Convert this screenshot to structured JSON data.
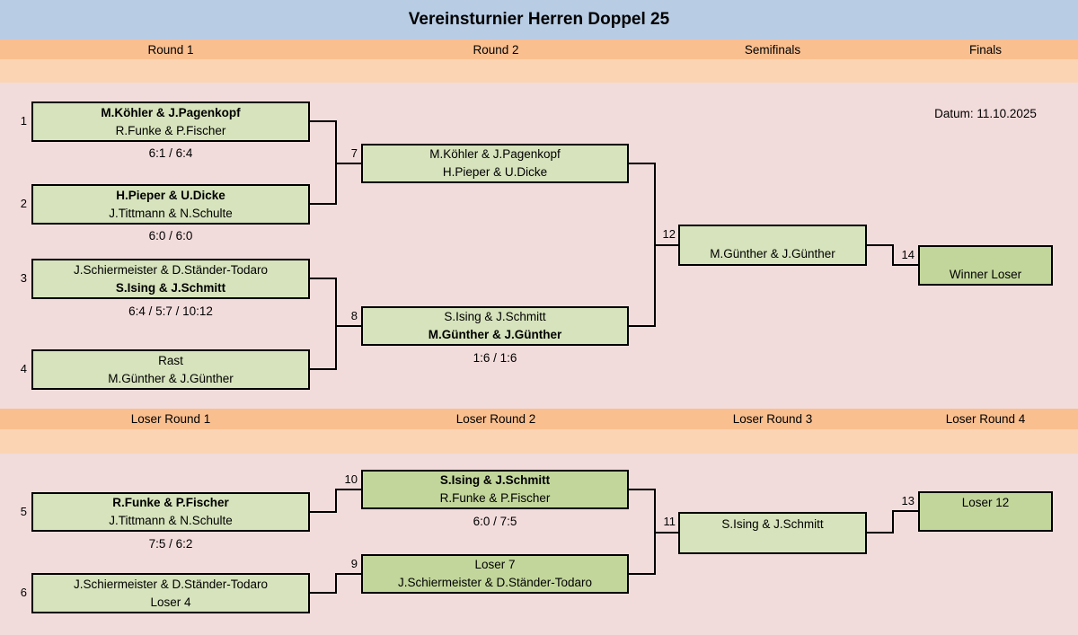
{
  "title": "Vereinsturnier Herren Doppel 25",
  "date_label": "Datum: 11.10.2025",
  "headers": {
    "top": [
      "Round 1",
      "Round 2",
      "Semifinals",
      "Finals"
    ],
    "loser": [
      "Loser Round 1",
      "Loser Round 2",
      "Loser Round 3",
      "Loser Round 4"
    ]
  },
  "colors": {
    "title_bg": "#b8cce4",
    "header_bg": "#fabf8f",
    "subheader_bg": "#fbd4b4",
    "page_bg": "#f2dcdb",
    "box_bg": "#d6e3bc",
    "box_bg_dark": "#c2d69b",
    "line": "#000000"
  },
  "matches": {
    "m1": {
      "no": "1",
      "team1": "M.Köhler & J.Pagenkopf",
      "team2": "R.Funke & P.Fischer",
      "team1_bold": true,
      "team2_bold": false,
      "score": "6:1 / 6:4"
    },
    "m2": {
      "no": "2",
      "team1": "H.Pieper & U.Dicke",
      "team2": "J.Tittmann & N.Schulte",
      "team1_bold": true,
      "team2_bold": false,
      "score": "6:0 / 6:0"
    },
    "m3": {
      "no": "3",
      "team1": "J.Schiermeister & D.Ständer-Todaro",
      "team2": "S.Ising & J.Schmitt",
      "team1_bold": false,
      "team2_bold": true,
      "score": "6:4 / 5:7 / 10:12"
    },
    "m4": {
      "no": "4",
      "team1": "Rast",
      "team2": "M.Günther & J.Günther",
      "team1_bold": false,
      "team2_bold": false,
      "score": ""
    },
    "m7": {
      "no": "7",
      "team1": "M.Köhler & J.Pagenkopf",
      "team2": "H.Pieper & U.Dicke",
      "team1_bold": false,
      "team2_bold": false,
      "score": ""
    },
    "m8": {
      "no": "8",
      "team1": "S.Ising & J.Schmitt",
      "team2": "M.Günther & J.Günther",
      "team1_bold": false,
      "team2_bold": true,
      "score": "1:6 / 1:6"
    },
    "m12": {
      "no": "12",
      "team1": "",
      "team2": "M.Günther & J.Günther",
      "team1_bold": false,
      "team2_bold": false,
      "score": ""
    },
    "m14": {
      "no": "14",
      "team1": "",
      "team2": "Winner Loser",
      "team1_bold": false,
      "team2_bold": false,
      "score": ""
    },
    "m5": {
      "no": "5",
      "team1": "R.Funke & P.Fischer",
      "team2": "J.Tittmann & N.Schulte",
      "team1_bold": true,
      "team2_bold": false,
      "score": "7:5 / 6:2"
    },
    "m6": {
      "no": "6",
      "team1": "J.Schiermeister & D.Ständer-Todaro",
      "team2": "Loser 4",
      "team1_bold": false,
      "team2_bold": false,
      "score": ""
    },
    "m10": {
      "no": "10",
      "team1": "S.Ising & J.Schmitt",
      "team2": "R.Funke & P.Fischer",
      "team1_bold": true,
      "team2_bold": false,
      "score": "6:0 / 7:5"
    },
    "m9": {
      "no": "9",
      "team1": "Loser 7",
      "team2": "J.Schiermeister & D.Ständer-Todaro",
      "team1_bold": false,
      "team2_bold": false,
      "score": ""
    },
    "m11": {
      "no": "11",
      "team1": "S.Ising & J.Schmitt",
      "team2": "",
      "team1_bold": false,
      "team2_bold": false,
      "score": ""
    },
    "m13": {
      "no": "13",
      "team1": "Loser 12",
      "team2": "",
      "team1_bold": false,
      "team2_bold": false,
      "score": ""
    }
  }
}
